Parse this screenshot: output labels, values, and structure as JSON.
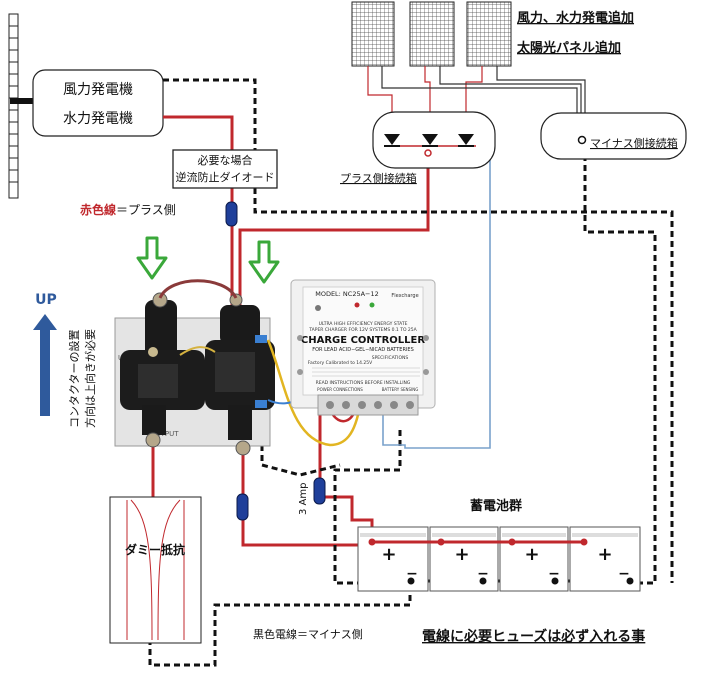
{
  "labels": {
    "wind_gen": "風力発電機",
    "hydro_gen": "水力発電機",
    "diode_note_1": "必要な場合",
    "diode_note_2": "逆流防止ダイオード",
    "red_word": "赤色線",
    "red_rest": "＝プラス側",
    "up": "UP",
    "contactor_note_1": "コンタクターの設置",
    "contactor_note_2": "方向は上向きが必要",
    "wind_hydro_add": "風力、水力発電追加",
    "solar_add": "太陽光パネル追加",
    "plus_box": "プラス側接続箱",
    "minus_box": "マイナス側接続箱",
    "three_amp": "3 Amp",
    "battery_group": "蓄電池群",
    "dummy_load": "ダミー抵抗",
    "black_wire": "黒色電線＝マイナス側",
    "fuse_note": "電線に必要ヒューズは必ず入れる事",
    "contactor_tag": "UP",
    "contactor_output": "OUTPUT",
    "plus_sign": "+",
    "minus_sign": "−"
  },
  "controller": {
    "model": "MODEL: NC25A−12",
    "brand": "Flexcharge",
    "line1": "ULTRA HIGH EFFICIENCY ENERGY STATE",
    "line2": "TAPER CHARGER FOR 12V SYSTEMS 0.1 TO 25A",
    "title": "CHARGE CONTROLLER",
    "subtitle": "FOR LEAD ACID−GEL−NICAD BATTERIES",
    "specs": "SPECIFICATIONS",
    "calibrated": "Factory Calibrated to 14.25V",
    "read": "READ INSTRUCTIONS BEFORE INSTALLING",
    "power": "POWER CONNECTIONS",
    "sensing": "BATTERY SENSING"
  },
  "colors": {
    "red_wire": "#c0282d",
    "black_wire": "#111111",
    "fuse": "#1f3f9a",
    "green_arrow": "#3aa83a",
    "up_blue": "#2f5a9c",
    "blue_wire": "#7aa2cc",
    "yellow_wire": "#e2b521"
  }
}
